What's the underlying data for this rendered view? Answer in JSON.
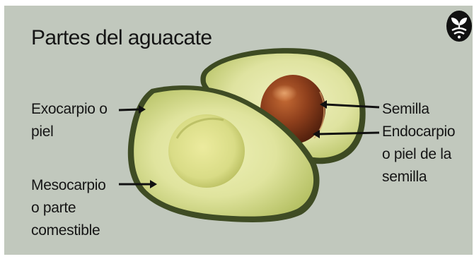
{
  "title": "Partes del aguacate",
  "labels": {
    "exocarp": [
      "Exocarpio o",
      "piel"
    ],
    "mesocarp": [
      "Mesocarpio",
      "o parte",
      "comestible"
    ],
    "seed": [
      "Semilla"
    ],
    "endocarp": [
      "Endocarpio",
      "o piel de la",
      "semilla"
    ]
  },
  "logo_icon": "sprout-wifi-logo-icon",
  "colors": {
    "background": "#c1c8bd",
    "skin": "#3b4a20",
    "flesh_outer": "#bcc66a",
    "flesh_inner": "#e4e7a6",
    "seed": "#8a3d1c",
    "text": "#151515"
  }
}
